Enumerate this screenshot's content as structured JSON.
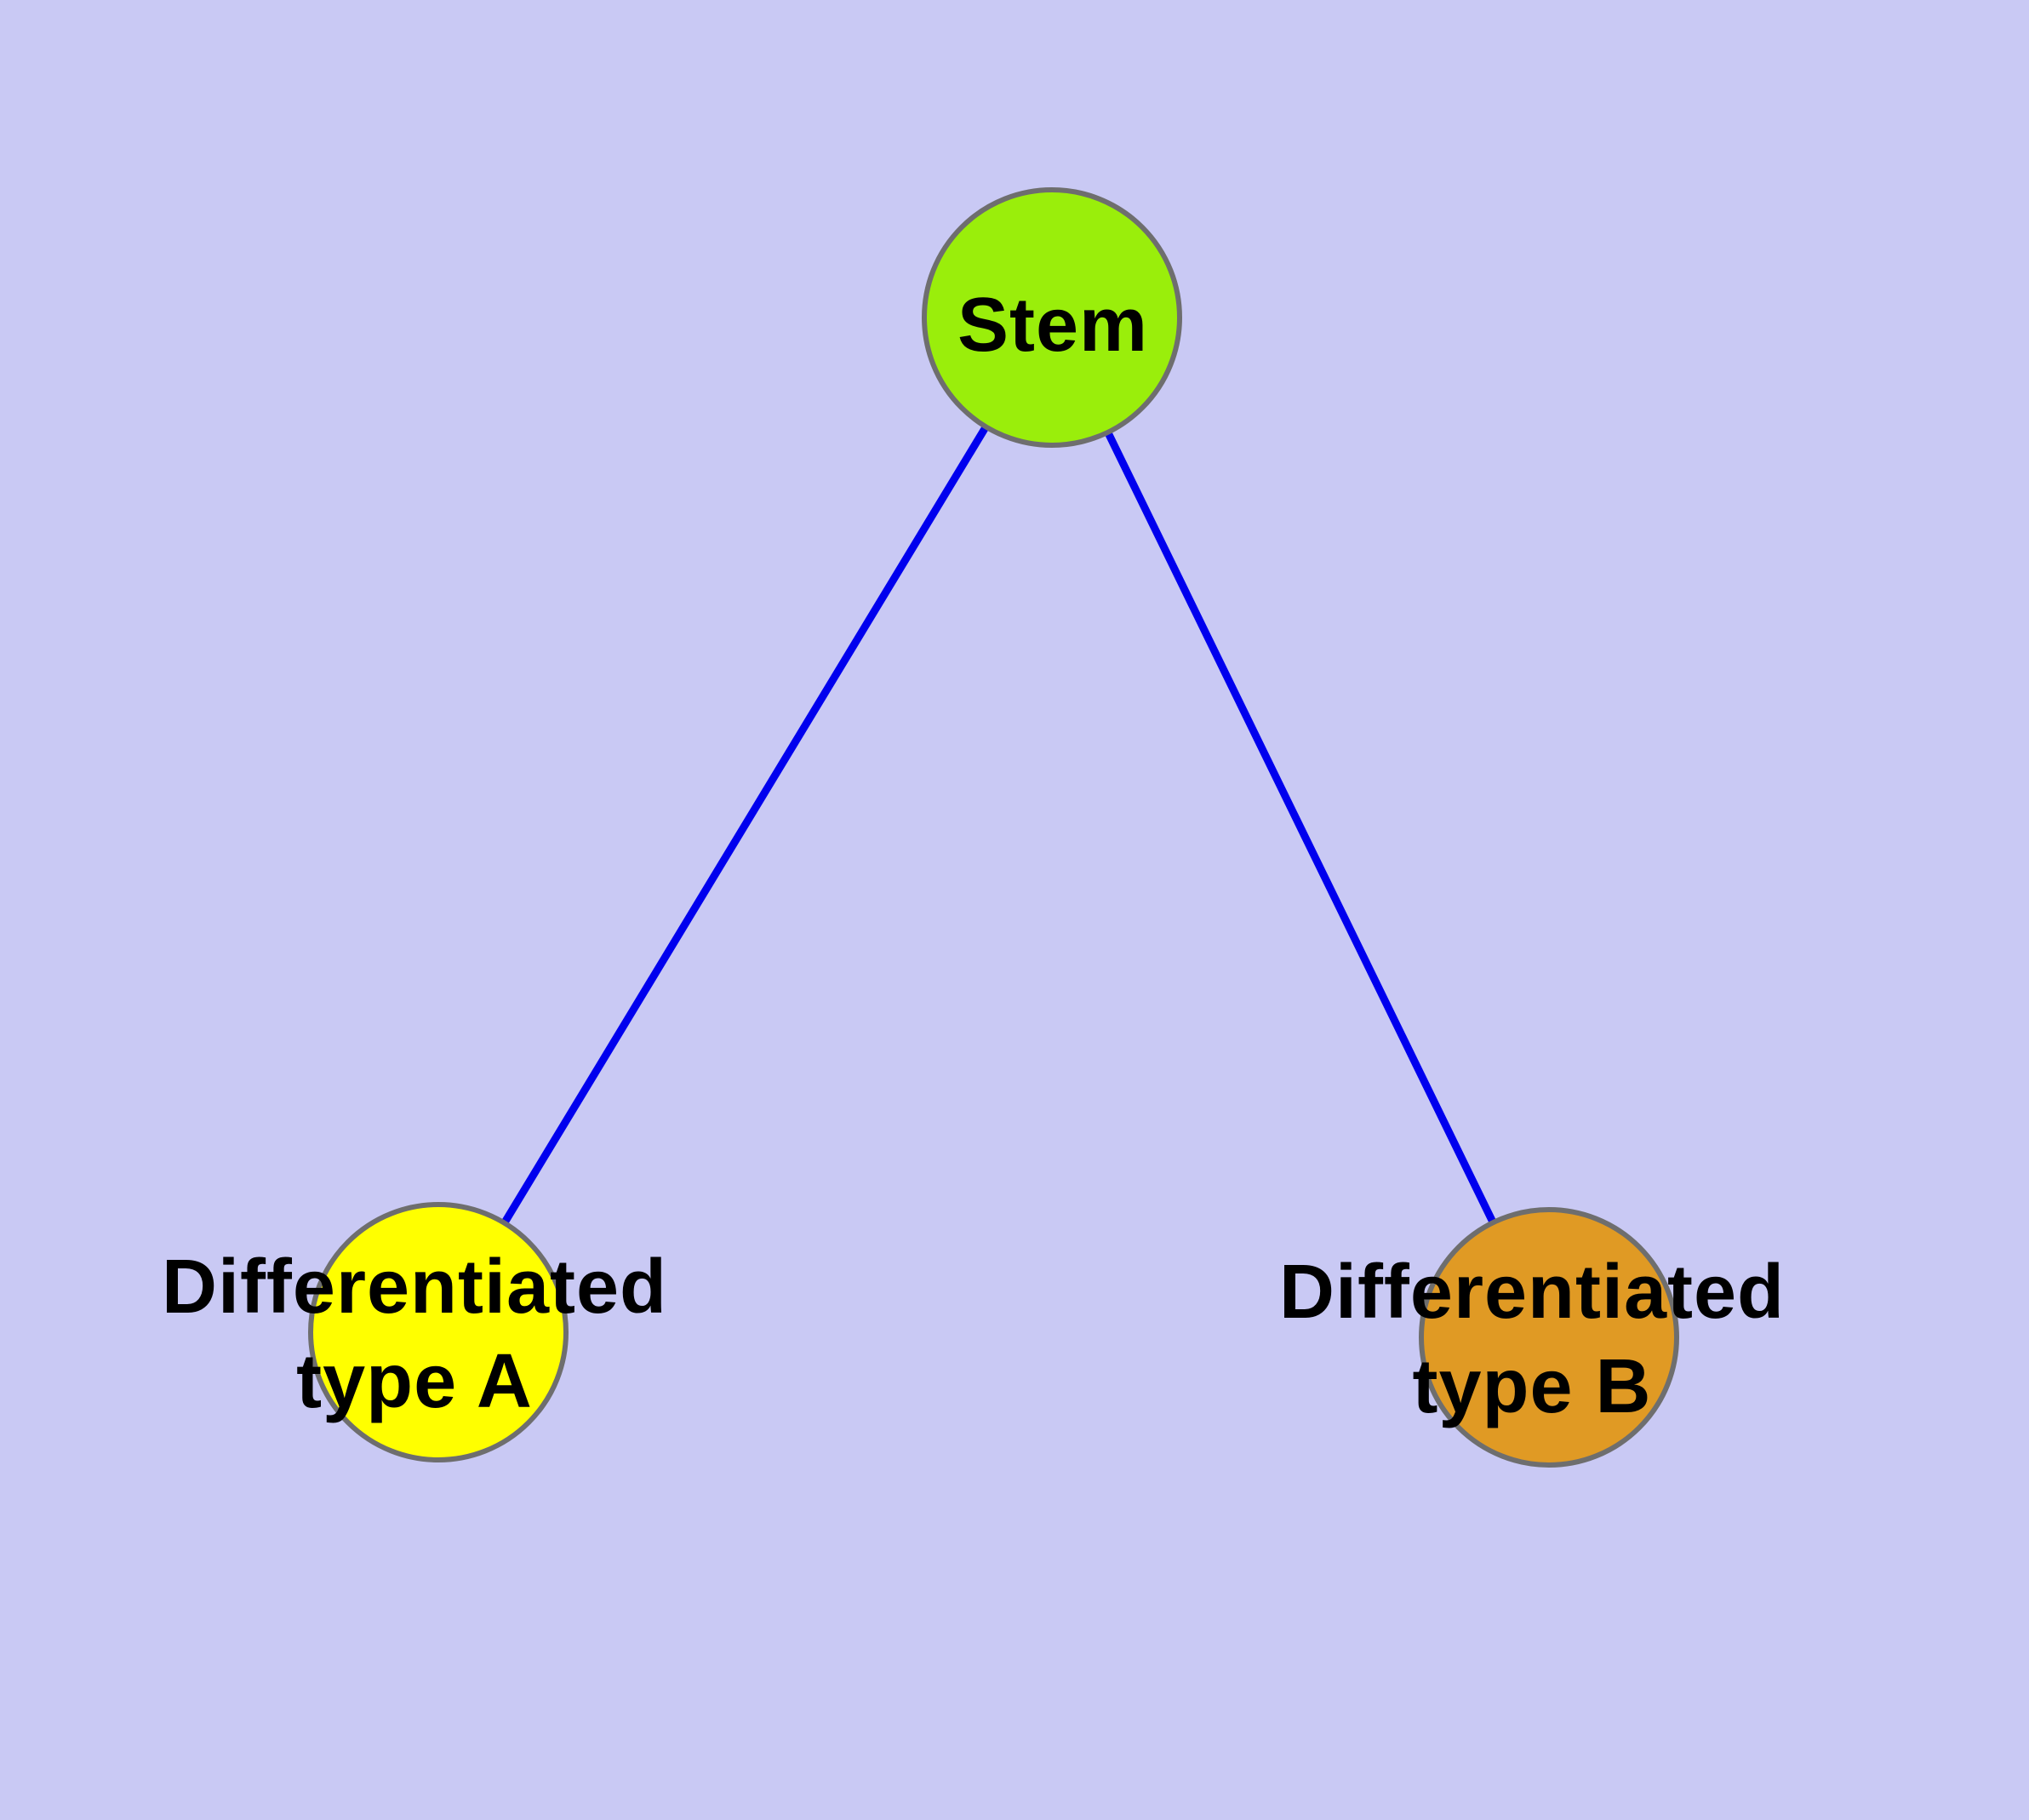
{
  "diagram": {
    "background_color": "#C9C9F4",
    "edge_color": "#0000EE",
    "node_border_color": "#6E6E6E",
    "label_color": "#000000",
    "nodes": [
      {
        "id": "stem",
        "lines": [
          "Stem"
        ],
        "fill": "#9AEE0B"
      },
      {
        "id": "differentiated-type-a",
        "lines": [
          "Differentiated",
          "type A"
        ],
        "fill": "#FFFF00"
      },
      {
        "id": "differentiated-type-b",
        "lines": [
          "Differentiated",
          "type B"
        ],
        "fill": "#E09A24"
      }
    ],
    "edges": [
      {
        "from": "Stem",
        "to": "Differentiated type A"
      },
      {
        "from": "Stem",
        "to": "Differentiated type B"
      }
    ]
  }
}
